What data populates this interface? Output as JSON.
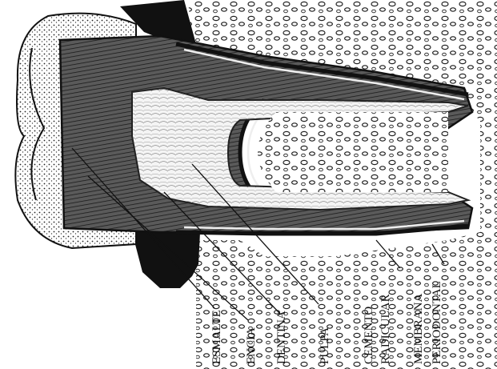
{
  "diagram": {
    "labels": {
      "esmalte": "ESMALTE",
      "encia": "ENCIA",
      "dentina": "DENTINA",
      "pulpa": "PULPA",
      "cemento_1": "CEMENTO",
      "cemento_2": "RADICULAR",
      "membrana_1": "MEMBRANA",
      "membrana_2": "PERIODONTAL"
    },
    "colors": {
      "ink": "#111111",
      "paper": "#ffffff",
      "gray": "#555555"
    }
  }
}
